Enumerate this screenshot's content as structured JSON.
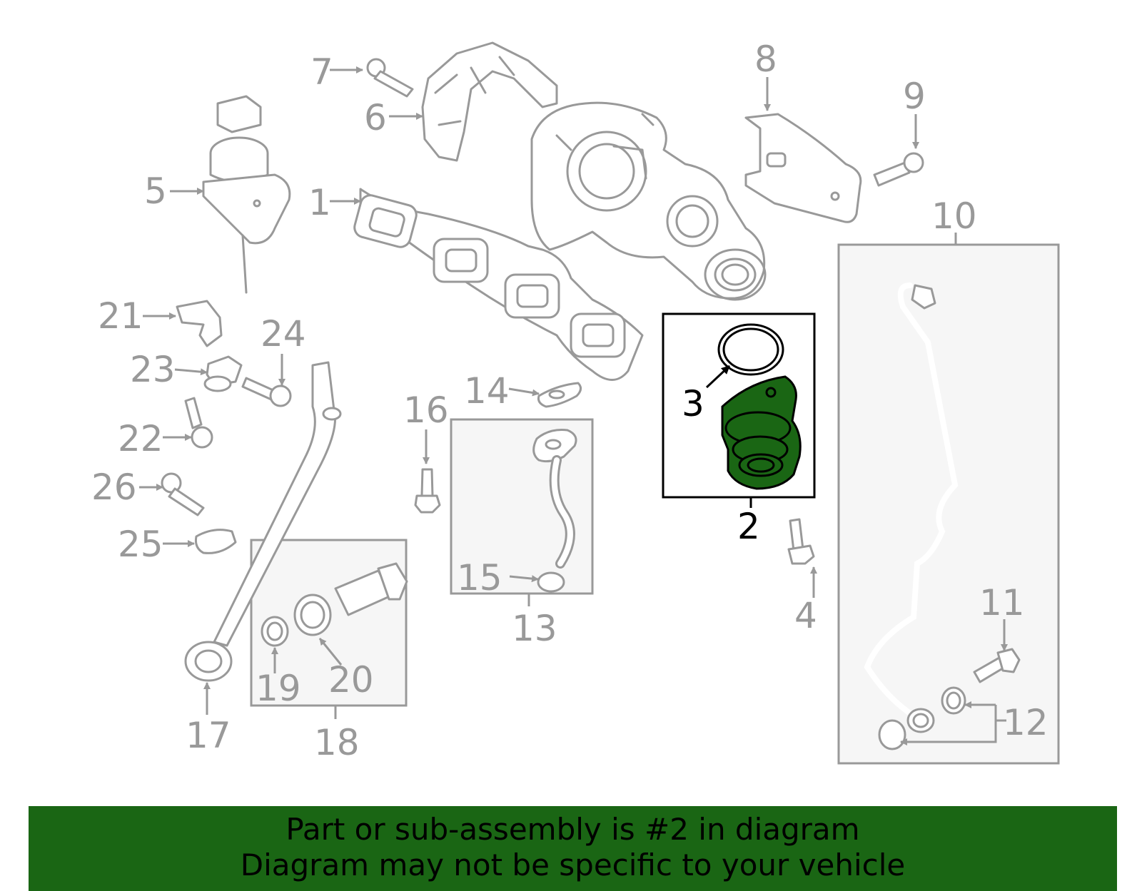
{
  "banner": {
    "line1": "Part or sub-assembly is #2 in diagram",
    "line2": "Diagram may not be specific to your vehicle"
  },
  "highlighted_part": "2",
  "colors": {
    "highlight_fill": "#1a6614",
    "banner_bg": "#1a6614",
    "part_stroke": "#999999",
    "highlight_text": "#000000"
  },
  "callouts": [
    "1",
    "2",
    "3",
    "4",
    "5",
    "6",
    "7",
    "8",
    "9",
    "10",
    "11",
    "12",
    "13",
    "14",
    "15",
    "16",
    "17",
    "18",
    "19",
    "20",
    "21",
    "22",
    "23",
    "24",
    "25",
    "26"
  ]
}
